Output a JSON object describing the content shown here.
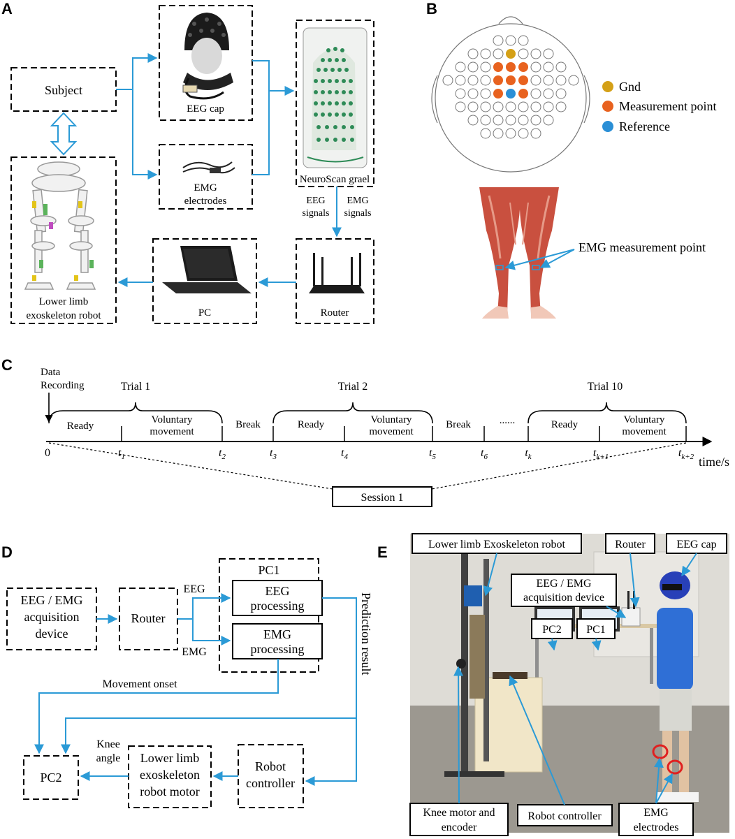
{
  "panels": [
    "A",
    "B",
    "C",
    "D",
    "E"
  ],
  "panel_a": {
    "subject": "Subject",
    "eeg_cap": "EEG cap",
    "emg_electrodes": [
      "EMG",
      "electrodes"
    ],
    "neuroscan": "NeuroScan grael",
    "eeg_signals": [
      "EEG",
      "signals"
    ],
    "emg_signals": [
      "EMG",
      "signals"
    ],
    "router": "Router",
    "pc": "PC",
    "robot": [
      "Lower limb",
      "exoskeleton robot"
    ]
  },
  "panel_b": {
    "legend": [
      {
        "label": "Gnd",
        "color": "#d4a017"
      },
      {
        "label": "Measurement point",
        "color": "#e8621f"
      },
      {
        "label": "Reference",
        "color": "#2a8fd6"
      }
    ],
    "emg_point": "EMG measurement point"
  },
  "panel_c": {
    "data_recording": [
      "Data",
      "Recording"
    ],
    "trials": [
      "Trial 1",
      "Trial 2",
      "Trial 10"
    ],
    "ready": "Ready",
    "voluntary": [
      "Voluntary",
      "movement"
    ],
    "break": "Break",
    "ellipsis": "......",
    "zero": "0",
    "ticks": [
      {
        "base": "t",
        "sub": "1"
      },
      {
        "base": "t",
        "sub": "2"
      },
      {
        "base": "t",
        "sub": "3"
      },
      {
        "base": "t",
        "sub": "4"
      },
      {
        "base": "t",
        "sub": "5"
      },
      {
        "base": "t",
        "sub": "6"
      },
      {
        "base": "t",
        "sub": "k"
      },
      {
        "base": "t",
        "sub": "k+1"
      },
      {
        "base": "t",
        "sub": "k+2"
      }
    ],
    "axis": "time/s",
    "session": "Session 1"
  },
  "panel_d": {
    "acq": [
      "EEG / EMG",
      "acquisition",
      "device"
    ],
    "router": "Router",
    "eeg": "EEG",
    "emg": "EMG",
    "pc1": "PC1",
    "eeg_proc": [
      "EEG",
      "processing"
    ],
    "emg_proc": [
      "EMG",
      "processing"
    ],
    "prediction": "Prediction result",
    "movement_onset": "Movement onset",
    "pc2": "PC2",
    "knee_angle": [
      "Knee",
      "angle"
    ],
    "robot_motor": [
      "Lower limb",
      "exoskeleton",
      "robot motor"
    ],
    "robot_ctrl": [
      "Robot",
      "controller"
    ]
  },
  "panel_e": {
    "robot": "Lower limb Exoskeleton robot",
    "router": "Router",
    "eeg_cap": "EEG cap",
    "acq": [
      "EEG / EMG",
      "acquisition device"
    ],
    "pc2": "PC2",
    "pc1": "PC1",
    "knee": [
      "Knee motor and",
      "encoder"
    ],
    "robot_ctrl": "Robot controller",
    "emg": [
      "EMG",
      "electrodes"
    ]
  }
}
